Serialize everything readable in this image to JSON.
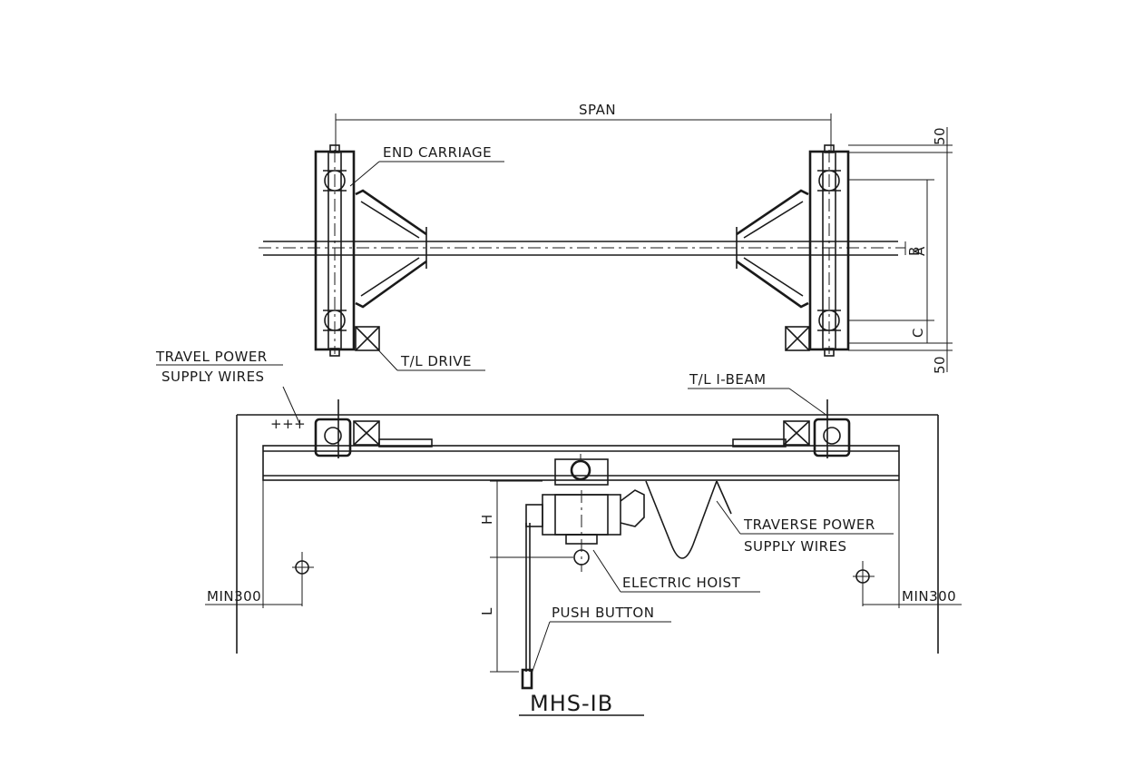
{
  "labels": {
    "span": "SPAN",
    "end_carriage": "END CARRIAGE",
    "tl_drive": "T/L DRIVE",
    "travel_power_1": "TRAVEL POWER",
    "travel_power_2": "SUPPLY WIRES",
    "tl_ibeam": "T/L I-BEAM",
    "traverse_power_1": "TRAVERSE POWER",
    "traverse_power_2": "SUPPLY WIRES",
    "electric_hoist": "ELECTRIC HOIST",
    "push_button": "PUSH BUTTON",
    "min_left": "MIN300",
    "min_right": "MIN300",
    "dim_50_top": "50",
    "dim_50_bottom": "50",
    "dim_a": "A",
    "dim_b": "B",
    "dim_c": "C",
    "dim_h": "H",
    "dim_l": "L"
  },
  "model": "MHS-IB"
}
